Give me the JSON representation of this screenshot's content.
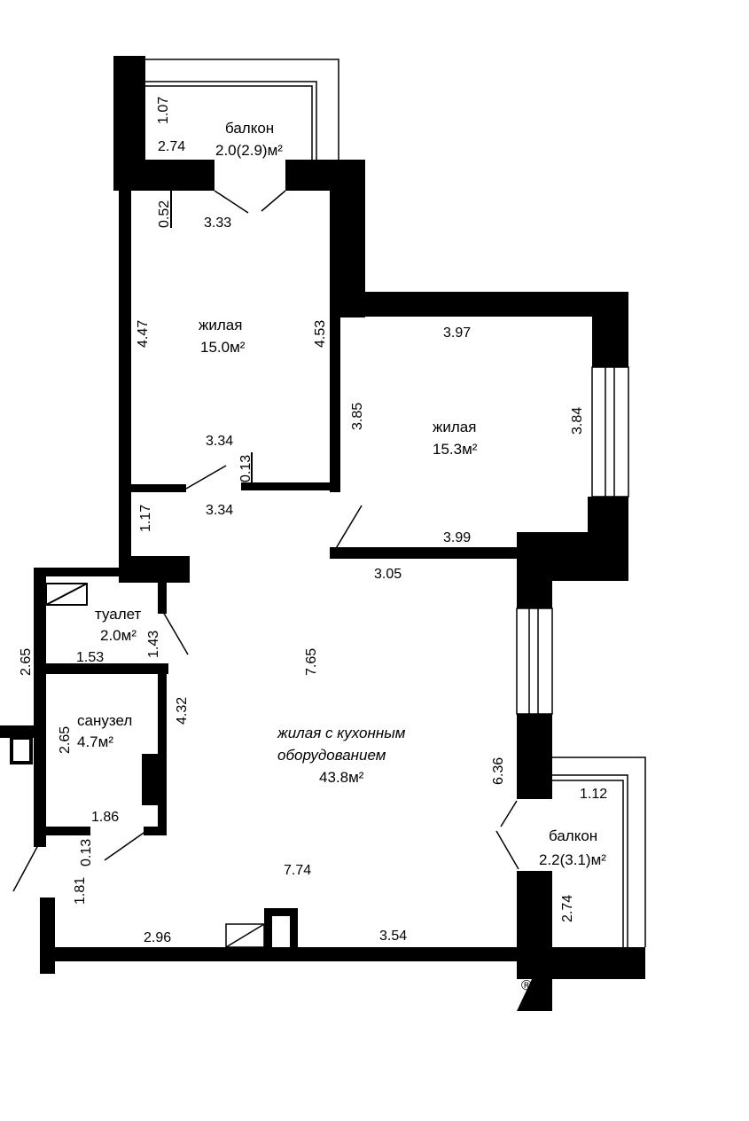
{
  "rooms": {
    "balcony_top": {
      "name": "балкон",
      "area": "2.0(2.9)м²"
    },
    "living_1": {
      "name": "жилая",
      "area": "15.0м²"
    },
    "living_2": {
      "name": "жилая",
      "area": "15.3м²"
    },
    "toilet": {
      "name": "туалет",
      "area": "2.0м²"
    },
    "bathroom": {
      "name": "санузел",
      "area": "4.7м²"
    },
    "kitchen_living": {
      "name_line1": "жилая с кухонным",
      "name_line2": "оборудованием",
      "area": "43.8м²"
    },
    "balcony_right": {
      "name": "балкон",
      "area": "2.2(3.1)м²"
    }
  },
  "dimensions": {
    "d_1_07": "1.07",
    "d_2_74_top": "2.74",
    "d_0_52": "0.52",
    "d_3_33": "3.33",
    "d_4_47": "4.47",
    "d_4_53": "4.53",
    "d_3_97": "3.97",
    "d_3_85": "3.85",
    "d_3_84": "3.84",
    "d_3_34_a": "3.34",
    "d_0_13_a": "0.13",
    "d_3_34_b": "3.34",
    "d_1_17": "1.17",
    "d_3_99": "3.99",
    "d_3_05": "3.05",
    "d_1_43": "1.43",
    "d_7_65": "7.65",
    "d_2_65_a": "2.65",
    "d_1_53": "1.53",
    "d_4_32": "4.32",
    "d_2_65_b": "2.65",
    "d_1_86": "1.86",
    "d_0_13_b": "0.13",
    "d_6_36": "6.36",
    "d_1_12": "1.12",
    "d_7_74": "7.74",
    "d_1_81": "1.81",
    "d_2_74_right": "2.74",
    "d_2_96": "2.96",
    "d_3_54": "3.54"
  },
  "copyright_mark": "®",
  "colors": {
    "wall": "#000000",
    "background": "#ffffff"
  }
}
